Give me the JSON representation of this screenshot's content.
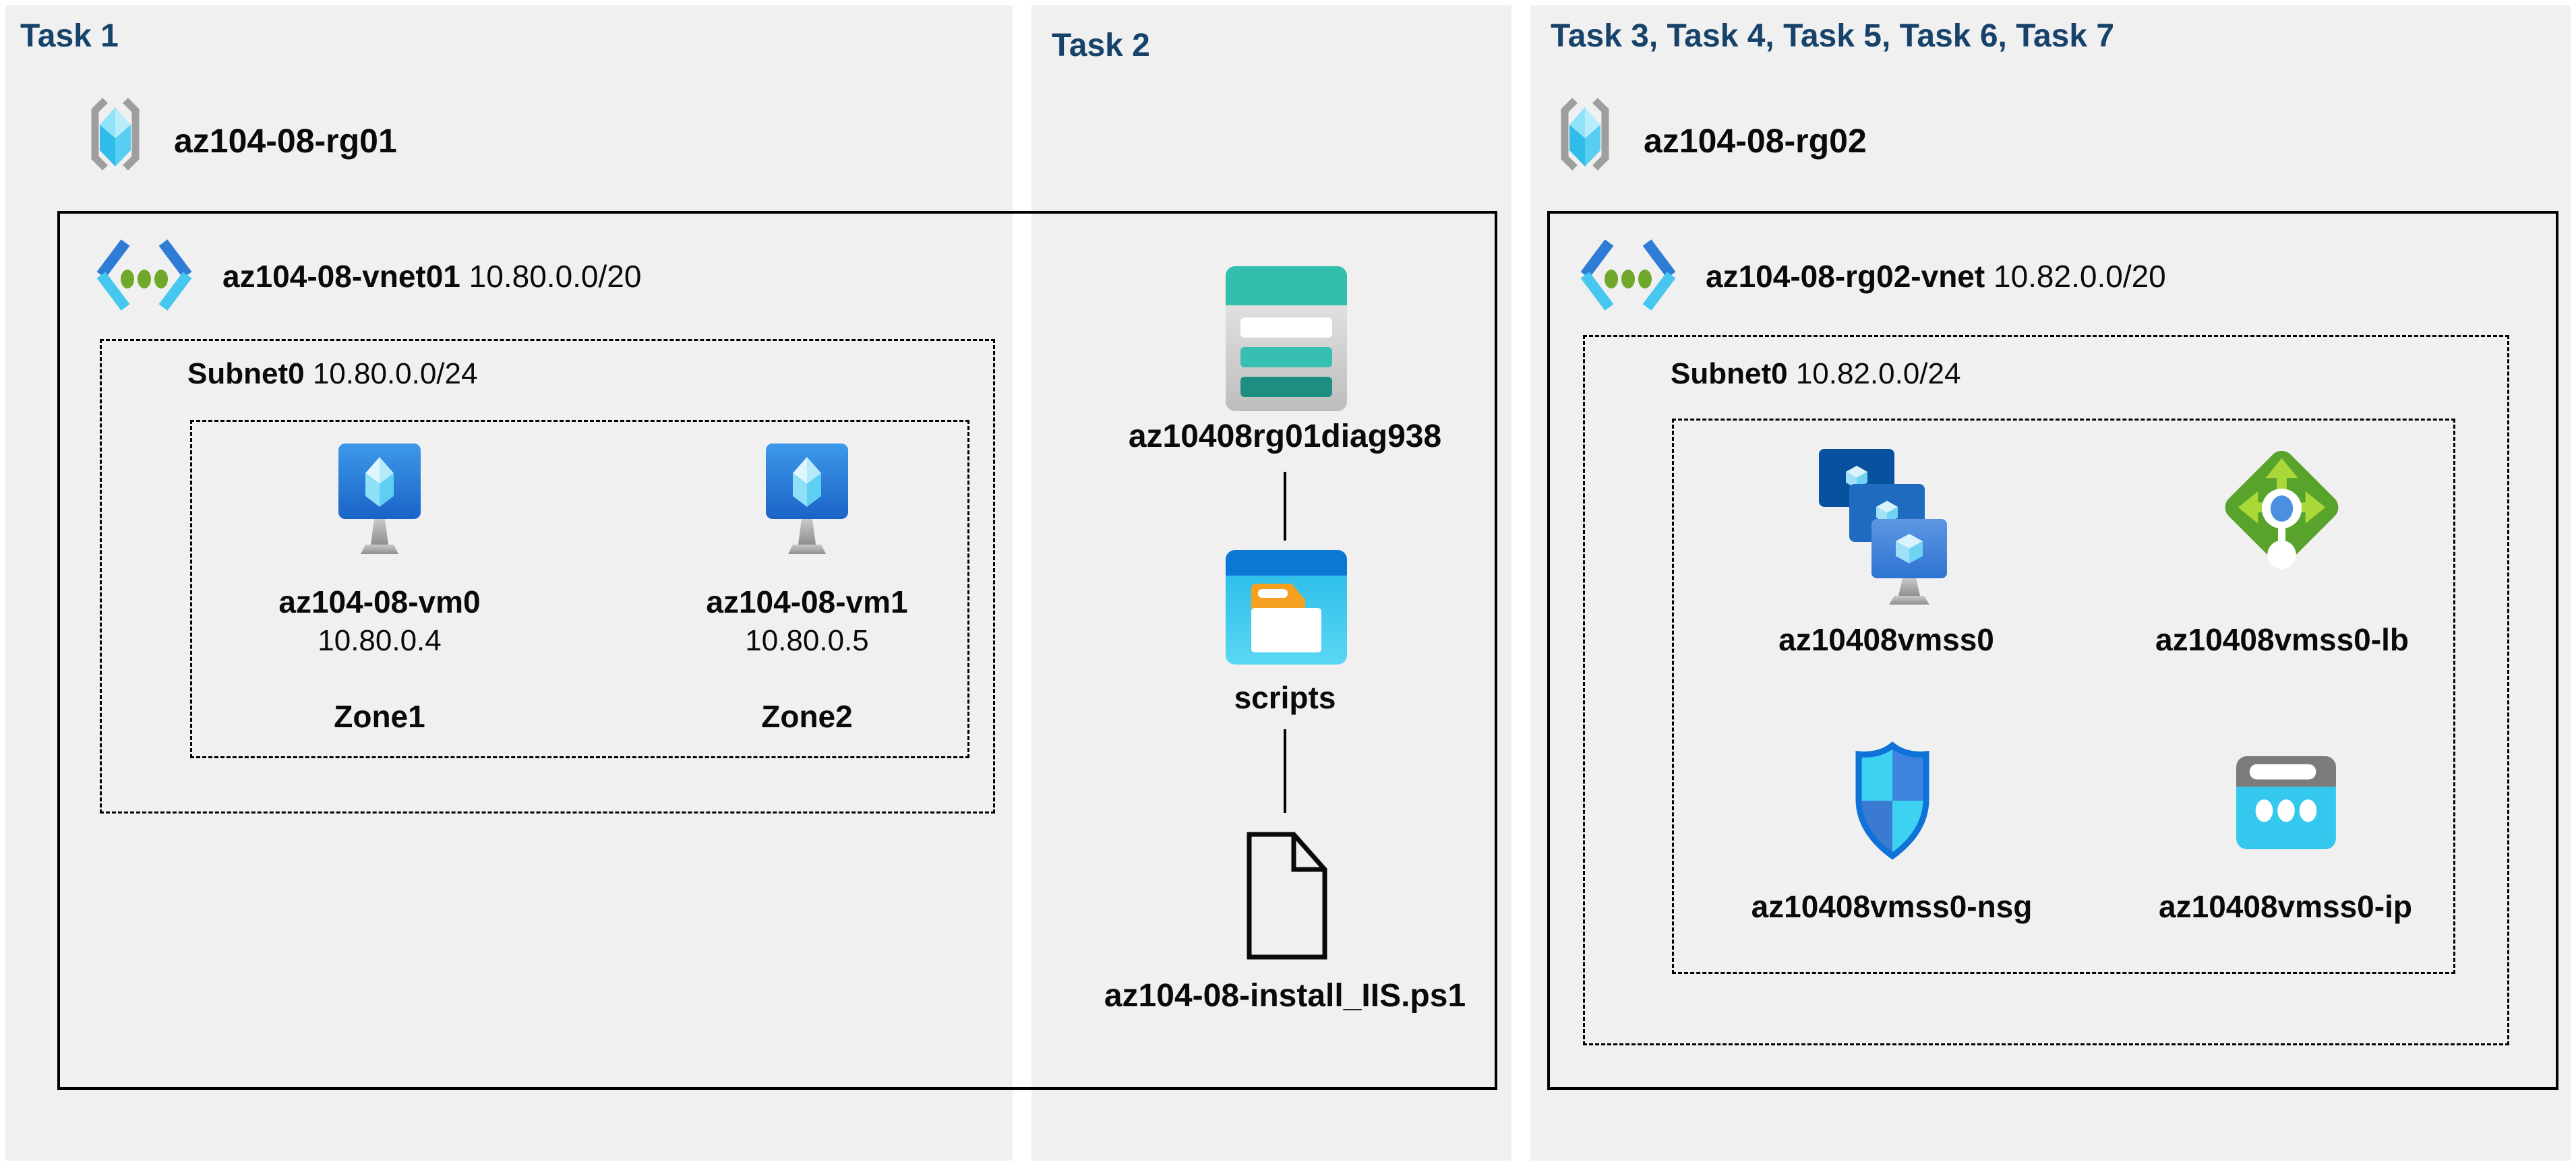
{
  "panels": {
    "task1": {
      "title": "Task 1",
      "resource_group": {
        "name": "az104-08-rg01"
      },
      "vnet": {
        "name": "az104-08-vnet01",
        "cidr": "10.80.0.0/20"
      },
      "subnet": {
        "name": "Subnet0",
        "cidr": "10.80.0.0/24"
      },
      "vms": [
        {
          "name": "az104-08-vm0",
          "ip": "10.80.0.4",
          "zone": "Zone1"
        },
        {
          "name": "az104-08-vm1",
          "ip": "10.80.0.5",
          "zone": "Zone2"
        }
      ]
    },
    "task2": {
      "title": "Task 2",
      "storage_account": "az10408rg01diag938",
      "container": "scripts",
      "file": "az104-08-install_IIS.ps1"
    },
    "task3": {
      "title": "Task 3, Task 4, Task 5, Task 6, Task 7",
      "resource_group": {
        "name": "az104-08-rg02"
      },
      "vnet": {
        "name": "az104-08-rg02-vnet",
        "cidr": "10.82.0.0/20"
      },
      "subnet": {
        "name": "Subnet0",
        "cidr": "10.82.0.0/24"
      },
      "resources": [
        {
          "name": "az10408vmss0",
          "type": "virtual-machine-scale-set"
        },
        {
          "name": "az10408vmss0-lb",
          "type": "load-balancer"
        },
        {
          "name": "az10408vmss0-nsg",
          "type": "network-security-group"
        },
        {
          "name": "az10408vmss0-ip",
          "type": "public-ip-address"
        }
      ]
    }
  },
  "colors": {
    "panel_background": "#f0f0f1",
    "title_navy": "#17436B",
    "storage_teal": "#33BFAD",
    "folder_blue": "#0A78D4",
    "lb_green": "#58A32C",
    "nsg_border_blue": "#0E72D8",
    "ip_cyan": "#35C8EE",
    "vm_blue": "#1A63C6"
  }
}
